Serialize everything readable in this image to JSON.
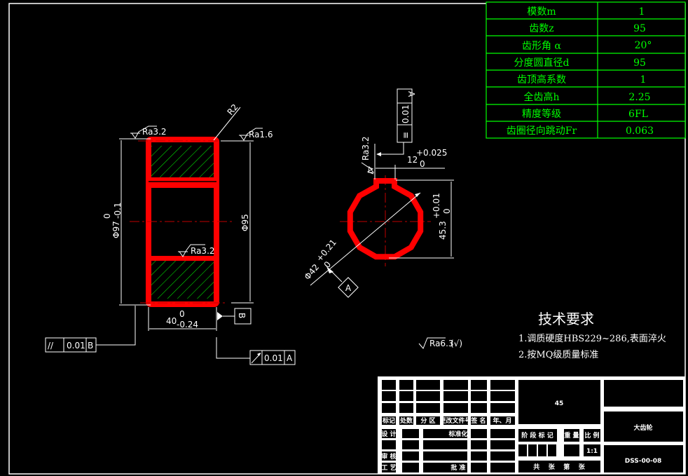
{
  "param_table": {
    "rows": [
      {
        "name": "模数m",
        "value": "1"
      },
      {
        "name": "齿数z",
        "value": "95"
      },
      {
        "name": "齿形角 α",
        "value": "20°"
      },
      {
        "name": "分度圆直径d",
        "value": "95"
      },
      {
        "name": "齿顶高系数",
        "value": "1"
      },
      {
        "name": "全齿高h",
        "value": "2.25"
      },
      {
        "name": "精度等级",
        "value": "6FL"
      },
      {
        "name": "齿圈径向跳动Fr",
        "value": "0.063"
      }
    ]
  },
  "side_view": {
    "radius": "R2",
    "ra_top_left": "Ra3.2",
    "ra_top_right": "Ra1.6",
    "ra_middle": "Ra3.2",
    "dia_outer": "Φ97",
    "dia_outer_upper": "0",
    "dia_outer_lower": "-0.1",
    "dia_pitch": "Φ95",
    "width": "40",
    "width_upper": "0",
    "width_lower": "-0.24",
    "datum": "B",
    "parallel_frame": {
      "symbol": "//",
      "tol": "0.01",
      "datum": "B"
    },
    "runout_frame": {
      "tol": "0.01",
      "datum": "A"
    },
    "hatch_color": "#00ff00",
    "outline_color": "#ff0000"
  },
  "bore_view": {
    "sym_frame": {
      "symbol": "≡",
      "tol": "0.01",
      "datum": "A"
    },
    "ra": "Ra3.2",
    "key_width": "12",
    "key_upper": "+0.025",
    "key_lower": "0",
    "key_depth": "45.3",
    "key_depth_upper": "+0.01",
    "key_depth_lower": "0",
    "bore": "Φ42",
    "bore_upper": "+0.21",
    "bore_lower": "0",
    "datum": "A"
  },
  "tech": {
    "title": "技术要求",
    "items": [
      "1.调质硬度HBS229~286,表面淬火",
      "2.按MQ级质量标准"
    ],
    "ra_default": "Ra6.3",
    "ra_check": "(√)"
  },
  "title_block": {
    "labels": [
      "标记",
      "处数",
      "分 区",
      "更改文件号",
      "签 名",
      "年、月"
    ],
    "design": "设 计",
    "standard": "标准化",
    "review": "审 核",
    "process": "工 艺",
    "approve": "批 准",
    "material": "45",
    "stage": "阶 段 标 记",
    "weight": "重 量",
    "scale_label": "比 例",
    "scale": "1:1",
    "sheets": "共    张    第    张",
    "part_name": "大齿轮",
    "drawing_no": "DSS-00-08"
  }
}
